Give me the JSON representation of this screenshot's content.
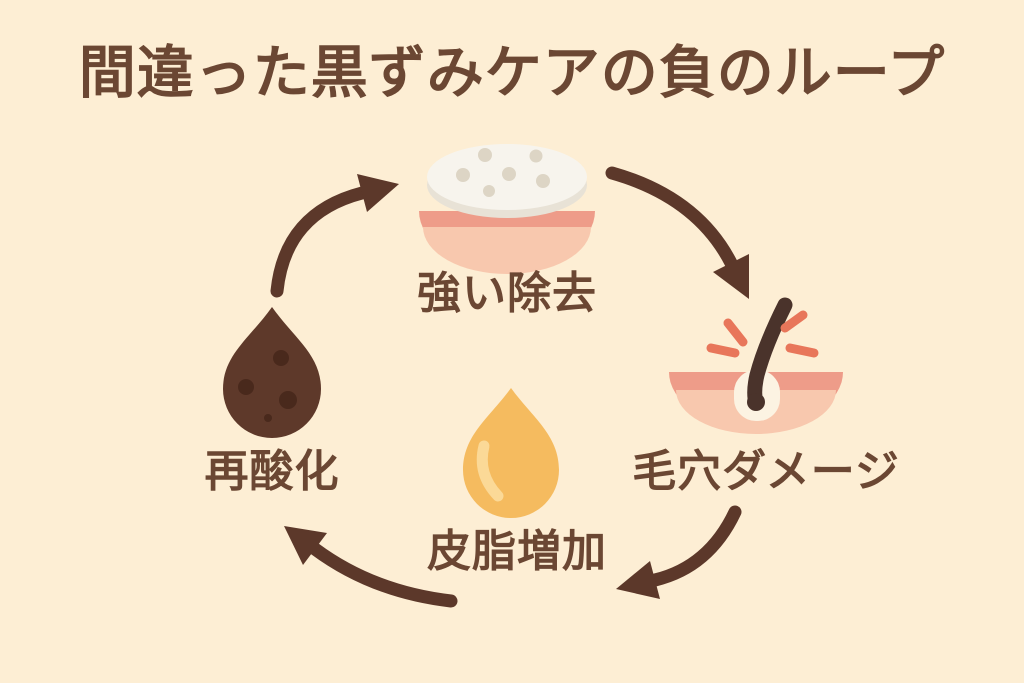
{
  "title": "間違った黒ずみケアの負のループ",
  "cycle": {
    "direction": "clockwise",
    "steps": [
      {
        "id": "strong-removal",
        "label": "強い除去",
        "icon": "cotton-pad-scrub-icon",
        "position": "top"
      },
      {
        "id": "pore-damage",
        "label": "毛穴ダメージ",
        "icon": "pore-damage-icon",
        "position": "right"
      },
      {
        "id": "sebum-increase",
        "label": "皮脂増加",
        "icon": "sebum-drop-icon",
        "position": "bottom"
      },
      {
        "id": "re-oxidation",
        "label": "再酸化",
        "icon": "oxidized-sebum-drop-icon",
        "position": "left"
      }
    ]
  },
  "colors": {
    "background": "#fdeed4",
    "text": "#6b4733",
    "arrow": "#5c382a",
    "skin_dark": "#ee9c89",
    "skin_light": "#f8c8ae",
    "pad_top": "#f7f4ed",
    "pad_rim": "#e8e2d6",
    "pad_dots": "#ddd5c5",
    "pore_outline": "#fcf3e2",
    "hair": "#4a332b",
    "spark": "#e8765a",
    "sebum_drop": "#f5bb5f",
    "sebum_highlight": "#fbd997",
    "oxidized_drop": "#5e392a",
    "oxidized_spots": "#49291c"
  }
}
